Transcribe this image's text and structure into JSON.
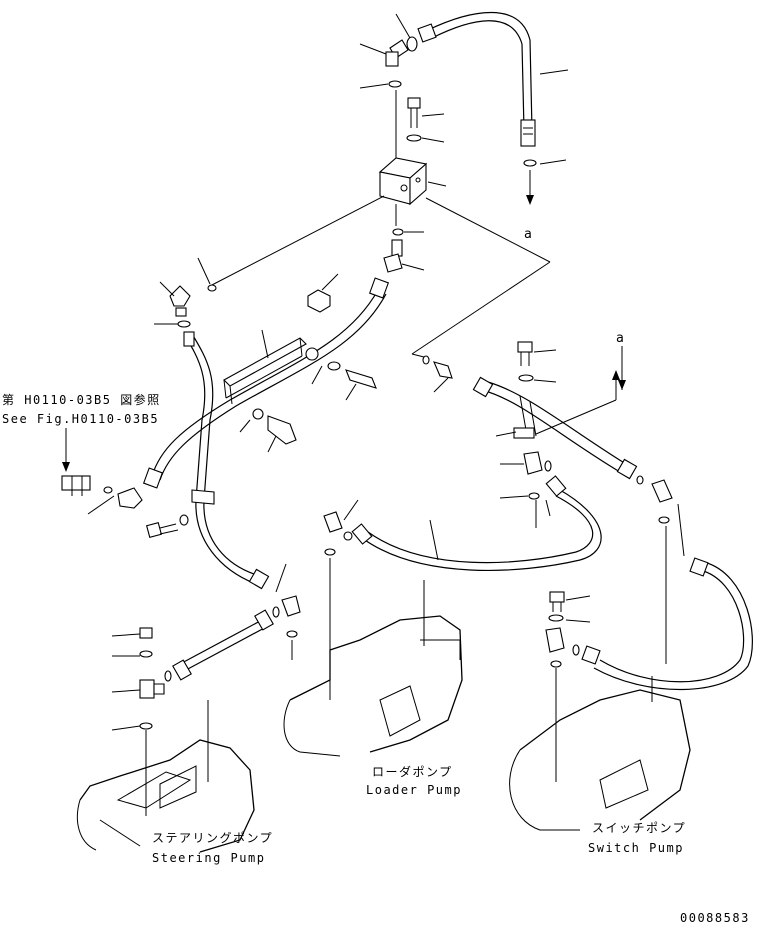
{
  "reference": {
    "line_ja": "第 H0110-03B5 図参照",
    "line_en": "See Fig.H0110-03B5"
  },
  "markers": {
    "a_top": "a",
    "a_right": "a"
  },
  "pumps": {
    "steering": {
      "ja": "ステアリングポンプ",
      "en": "Steering Pump"
    },
    "loader": {
      "ja": "ローダポンプ",
      "en": "Loader Pump"
    },
    "switch": {
      "ja": "スイッチポンプ",
      "en": "Switch Pump"
    }
  },
  "drawing_number": "00088583"
}
